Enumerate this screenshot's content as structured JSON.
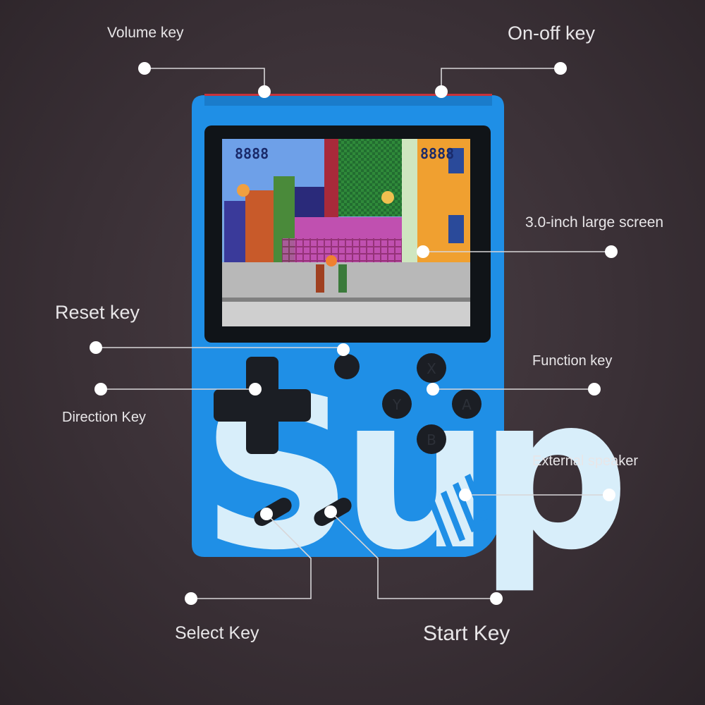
{
  "labels": {
    "volume_key": "Volume key",
    "on_off_key": "On-off key",
    "screen": "3.0-inch large screen",
    "reset_key": "Reset key",
    "function_key": "Function key",
    "direction_key": "Direction Key",
    "external_speaker": "External speaker",
    "select_key": "Select Key",
    "start_key": "Start Key"
  },
  "device": {
    "logo_text": "Sup",
    "score_left": "8888",
    "score_right": "8888",
    "face_buttons": [
      "X",
      "Y",
      "A",
      "B"
    ],
    "colors": {
      "body": "#1f8fe6",
      "bezel": "#101418",
      "buttons": "#1b1e24",
      "logo": "#d8eefa"
    }
  }
}
